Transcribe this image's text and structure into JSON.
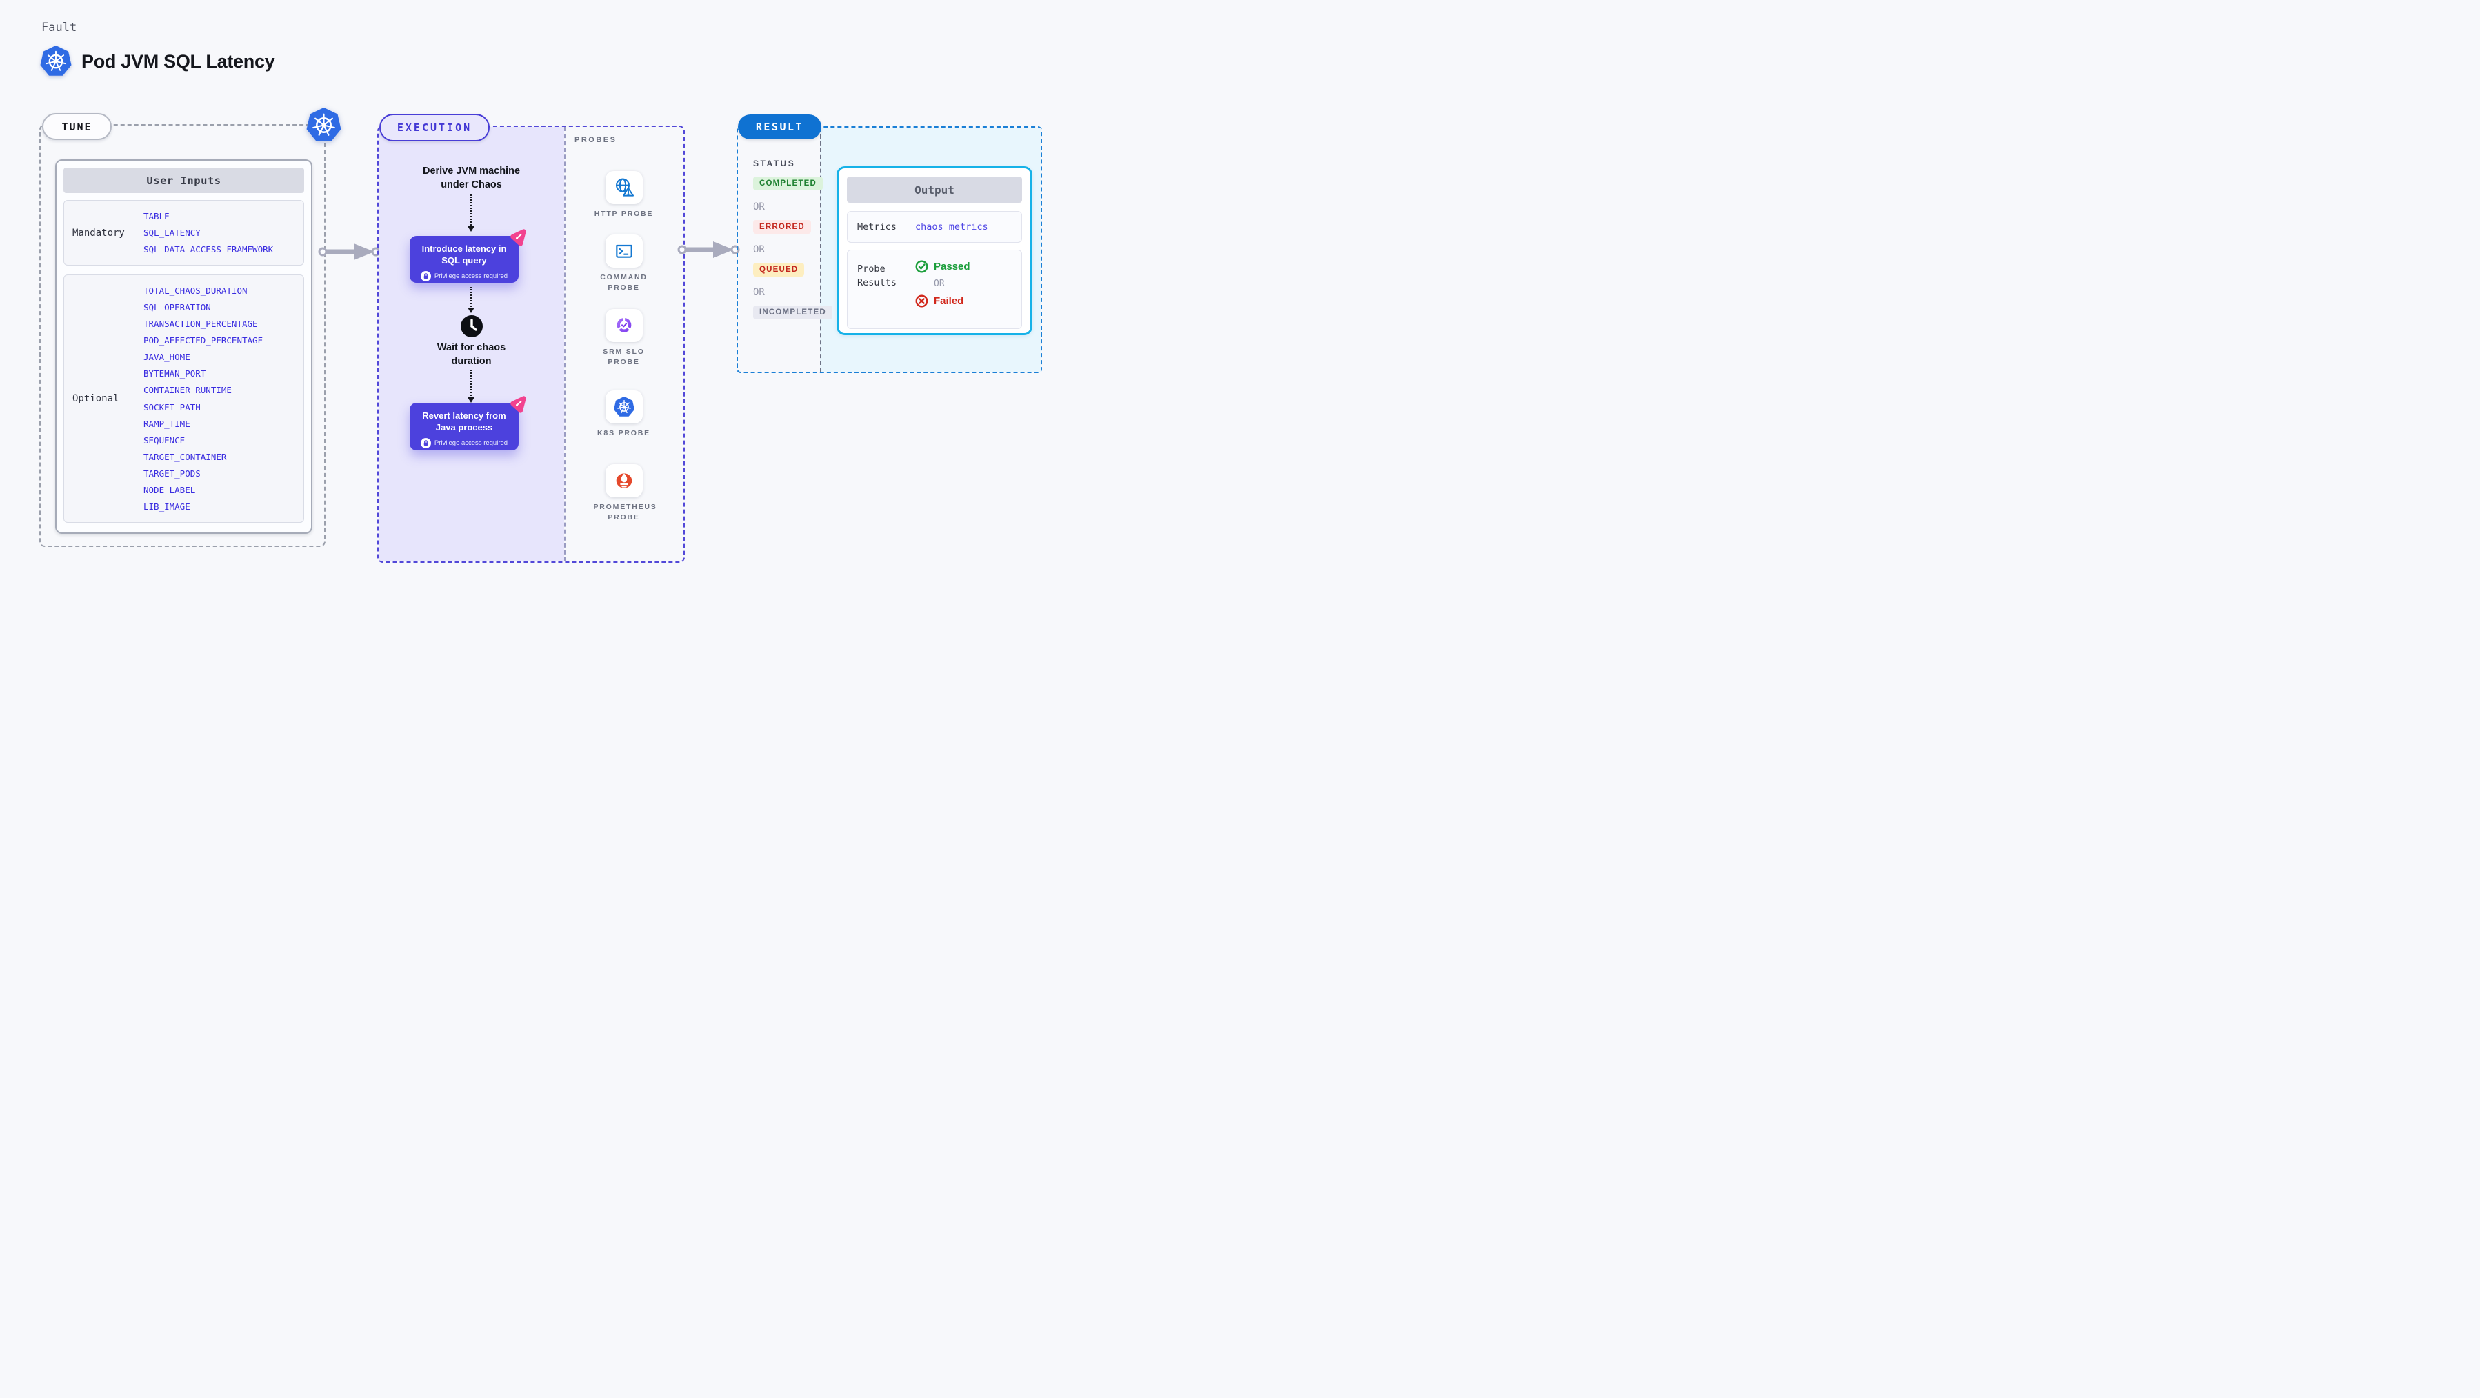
{
  "page": {
    "kicker": "Fault",
    "title": "Pod JVM SQL Latency",
    "background": "#f7f8fb"
  },
  "tune": {
    "pill": "TUNE",
    "user_inputs": {
      "header": "User Inputs",
      "mandatory": {
        "label": "Mandatory",
        "items": [
          "TABLE",
          "SQL_LATENCY",
          "SQL_DATA_ACCESS_FRAMEWORK"
        ]
      },
      "optional": {
        "label": "Optional",
        "items": [
          "TOTAL_CHAOS_DURATION",
          "SQL_OPERATION",
          "TRANSACTION_PERCENTAGE",
          "POD_AFFECTED_PERCENTAGE",
          "JAVA_HOME",
          "BYTEMAN_PORT",
          "CONTAINER_RUNTIME",
          "SOCKET_PATH",
          "RAMP_TIME",
          "SEQUENCE",
          "TARGET_CONTAINER",
          "TARGET_PODS",
          "NODE_LABEL",
          "LIB_IMAGE"
        ]
      },
      "value_color": "#3a2de0"
    }
  },
  "execution": {
    "pill": "EXECUTION",
    "accent_color": "#4c41dd",
    "derive_step": "Derive JVM machine under Chaos",
    "card1": {
      "title": "Introduce latency in SQL query",
      "badge": "Privilege access required"
    },
    "wait_step": "Wait for chaos duration",
    "card2": {
      "title": "Revert latency from Java process",
      "badge": "Privilege access required"
    }
  },
  "probes": {
    "label": "PROBES",
    "items": [
      {
        "label": "HTTP PROBE",
        "icon": "http-probe-icon",
        "color": "#1478d1"
      },
      {
        "label": "COMMAND PROBE",
        "icon": "command-probe-icon",
        "color": "#1478d1"
      },
      {
        "label": "SRM SLO PROBE",
        "icon": "srm-slo-probe-icon",
        "color": "#8b5cf6"
      },
      {
        "label": "K8S PROBE",
        "icon": "k8s-probe-icon",
        "color": "#2f6be4"
      },
      {
        "label": "PROMETHEUS PROBE",
        "icon": "prometheus-probe-icon",
        "color": "#e5492c"
      }
    ]
  },
  "result": {
    "pill": "RESULT",
    "pill_color": "#0f72d2",
    "status_label": "STATUS",
    "or_label": "OR",
    "statuses": [
      {
        "label": "COMPLETED",
        "fg": "#1e8030",
        "bg": "#dcf3dc"
      },
      {
        "label": "ERRORED",
        "fg": "#c3251c",
        "bg": "#fce9e9"
      },
      {
        "label": "QUEUED",
        "fg": "#c3251c",
        "bg": "#fdeec0"
      },
      {
        "label": "INCOMPLETED",
        "fg": "#686d80",
        "bg": "#e8e9f1"
      }
    ],
    "output": {
      "header": "Output",
      "metrics_label": "Metrics",
      "metrics_value": "chaos metrics",
      "metrics_value_color": "#4f46e5",
      "probe_results_label": "Probe Results",
      "passed": "Passed",
      "passed_color": "#1c9e3c",
      "failed": "Failed",
      "failed_color": "#d1281c",
      "border_color": "#16b2e8"
    }
  }
}
